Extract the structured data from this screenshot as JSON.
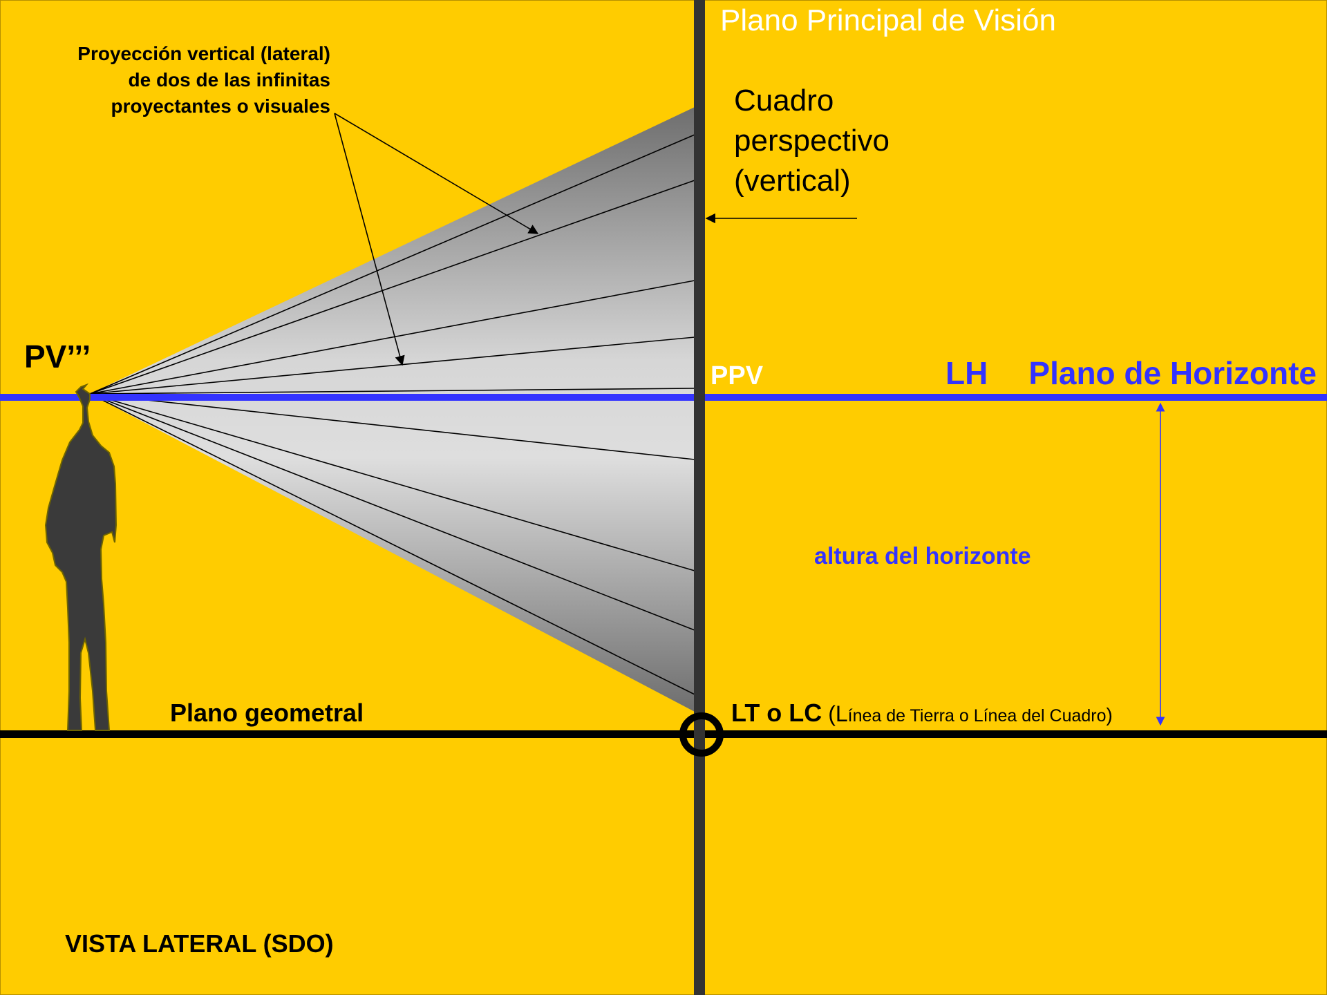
{
  "labels": {
    "plano_principal": "Plano Principal de Visión",
    "proyeccion_1": "Proyección vertical (lateral)",
    "proyeccion_2": "de dos de las infinitas",
    "proyeccion_3": "proyectantes o visuales",
    "cuadro_1": "Cuadro",
    "cuadro_2": "perspectivo",
    "cuadro_3": "(vertical)",
    "pv": "PV’’’",
    "ppv": "PPV",
    "lh": "LH",
    "plano_horizonte": "Plano de Horizonte",
    "altura_horizonte": "altura del horizonte",
    "plano_geometral": "Plano geometral",
    "lt_bold": "LT o LC",
    "lt_open": " (L",
    "lt_detail": "ínea de Tierra o Línea del Cuadro",
    "lt_close": ")",
    "vista_lateral": "VISTA LATERAL (SDO)"
  },
  "colors": {
    "background": "#ffcc00",
    "horizon": "#3333ff",
    "picture_plane": "#333333",
    "ground": "#000000",
    "figure": "#3a3a3a",
    "white_text": "#ffffff"
  }
}
